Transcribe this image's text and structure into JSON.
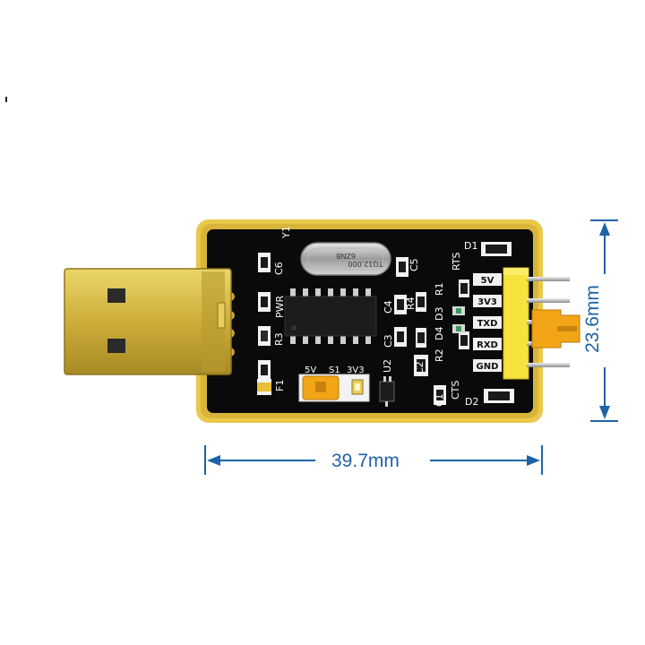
{
  "dimensions": {
    "width_label": "39.7mm",
    "height_label": "23.6mm",
    "line_color": "#1e63a8"
  },
  "board": {
    "pcb_color": "#0a0a0a",
    "edge_color": "#e9c84a",
    "gold_color": "#c9a634",
    "silkscreen": {
      "crystal_ref": "Y1",
      "crystal_marking_1": "TQ12.000",
      "crystal_marking_2": "6ZNB",
      "c6": "C6",
      "pwr": "PWR",
      "r3": "R3",
      "f1": "F1",
      "c4": "C4",
      "r4": "R4",
      "c3": "C3",
      "c5": "C5",
      "d1": "D1",
      "rts": "RTS",
      "r1": "R1",
      "d3": "D3",
      "d4": "D4",
      "r2": "R2",
      "c2": "C2",
      "u2": "U2",
      "c1": "C1",
      "cts": "CTS",
      "d2": "D2",
      "jumper_5v": "5V",
      "jumper_s1": "S1",
      "jumper_3v3": "3V3"
    },
    "pins": [
      "5V",
      "3V3",
      "TXD",
      "RXD",
      "GND"
    ]
  }
}
